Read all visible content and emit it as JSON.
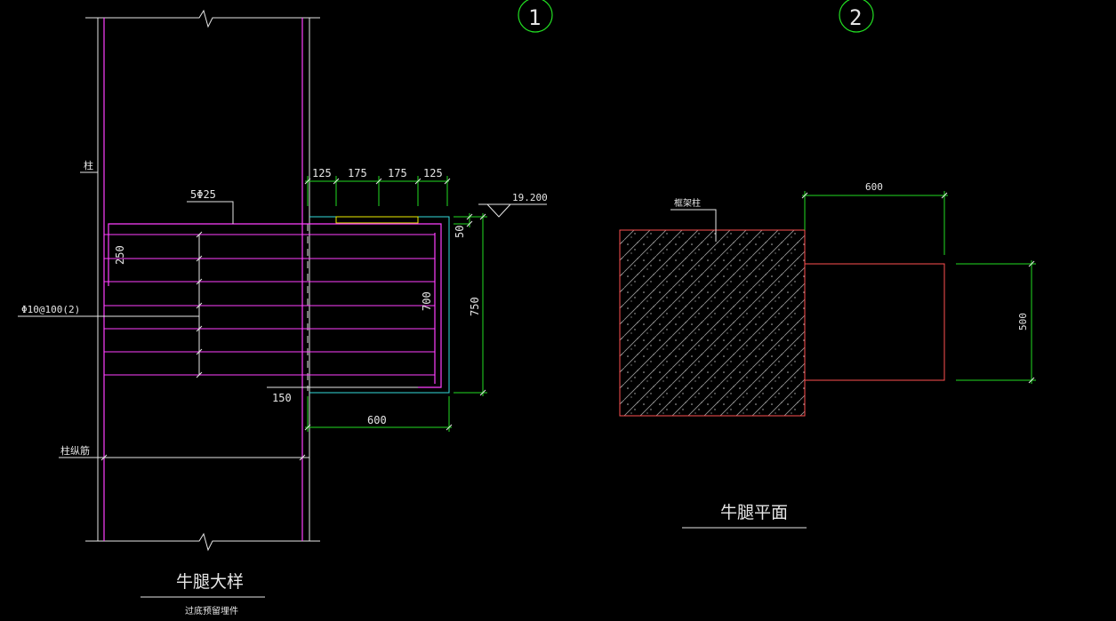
{
  "colors": {
    "background": "#000000",
    "white": "#e6e6e6",
    "magenta": "#ff40ff",
    "green": "#22dd22",
    "cyan": "#33dddd",
    "yellow": "#eeee00",
    "red": "#ff5050"
  },
  "detail1": {
    "bubble": "1",
    "title": "牛腿大样",
    "subtitle": "过底预留埋件",
    "label_column": "柱",
    "label_column_rebar": "柱纵筋",
    "label_top_bars": "5Φ25",
    "label_stirrups": "Φ10@100(2)",
    "dims_top": [
      "125",
      "175",
      "175",
      "125"
    ],
    "dim_250": "250",
    "dim_50": "50",
    "dim_700": "700",
    "dim_750": "750",
    "dim_150": "150",
    "dim_600": "600",
    "elevation": "19.200"
  },
  "detail2": {
    "bubble": "2",
    "title": "牛腿平面",
    "label_column": "框架柱",
    "dim_600": "600",
    "dim_500": "500"
  }
}
